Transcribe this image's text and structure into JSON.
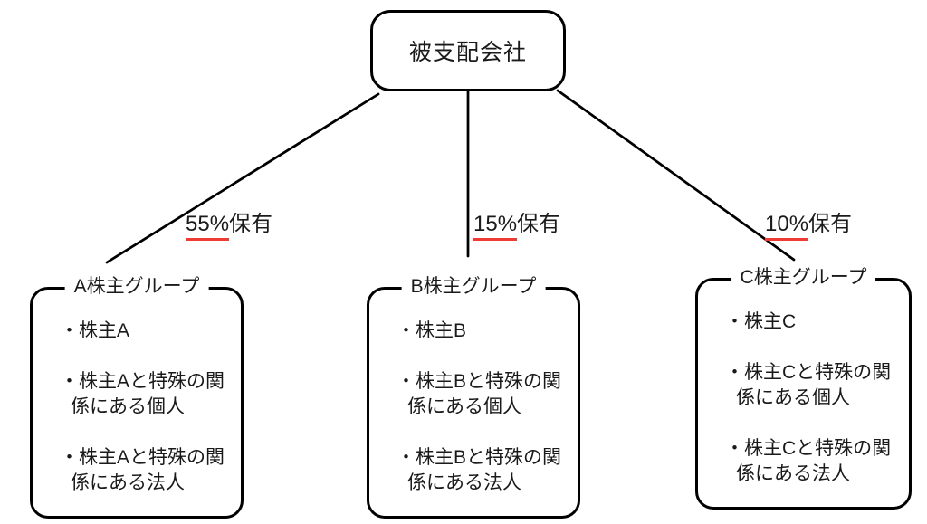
{
  "diagram": {
    "root": {
      "label": "被支配会社"
    },
    "ownership_labels": [
      {
        "percentage": "55%",
        "suffix": "保有"
      },
      {
        "percentage": "15%",
        "suffix": "保有"
      },
      {
        "percentage": "10%",
        "suffix": "保有"
      }
    ],
    "groups": [
      {
        "title": "A株主グループ",
        "items": [
          "・株主A",
          "・株主Aと特殊の関\n係にある個人",
          "・株主Aと特殊の関\n係にある法人"
        ]
      },
      {
        "title": "B株主グループ",
        "items": [
          "・株主B",
          "・株主Bと特殊の関\n係にある個人",
          "・株主Bと特殊の関\n係にある法人"
        ]
      },
      {
        "title": "C株主グループ",
        "items": [
          "・株主C",
          "・株主Cと特殊の関\n係にある個人",
          "・株主Cと特殊の関\n係にある法人"
        ]
      }
    ],
    "colors": {
      "line": "#000000",
      "underline_red": "#ee3b33",
      "background": "#ffffff",
      "text": "#1a1a1a"
    }
  }
}
